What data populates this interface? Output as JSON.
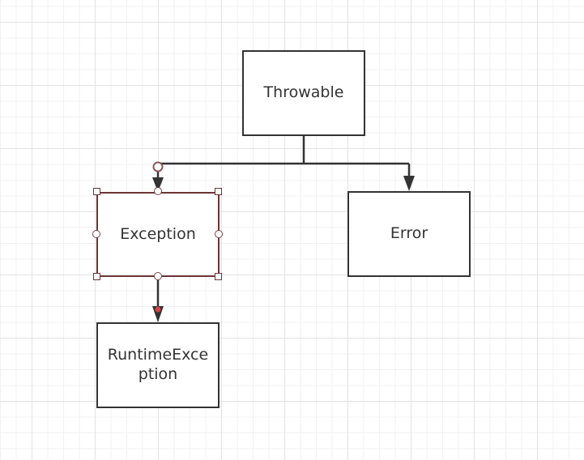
{
  "diagram": {
    "nodes": {
      "throwable": "Throwable",
      "exception": "Exception",
      "error": "Error",
      "runtime_exception": "RuntimeExce ption"
    },
    "edges": [
      {
        "from": "throwable",
        "to": "exception"
      },
      {
        "from": "throwable",
        "to": "error"
      },
      {
        "from": "exception",
        "to": "runtime_exception"
      }
    ],
    "selected_node": "exception",
    "colors": {
      "stroke": "#333333",
      "selection": "#6a3434",
      "selected_edge_end": "#d64545",
      "grid_major": "#e2e2e2",
      "grid_minor": "#f1f1f1"
    }
  }
}
